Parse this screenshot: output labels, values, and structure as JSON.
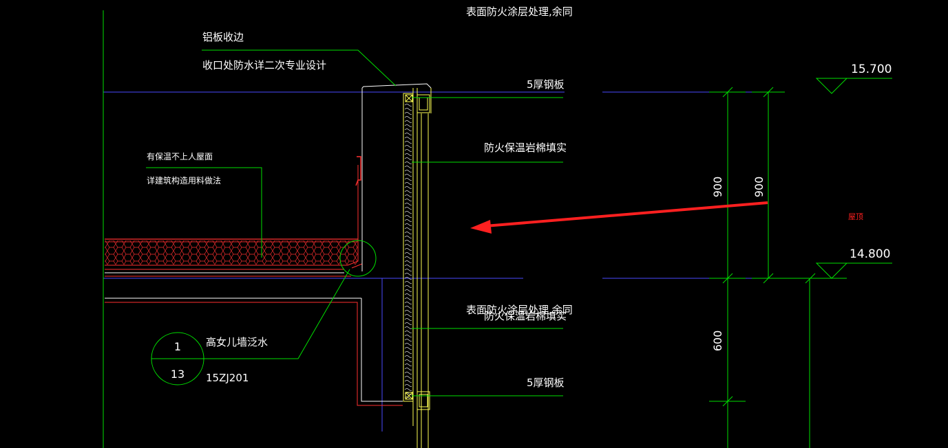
{
  "labels": {
    "top_note": "表面防火涂层处理,余同",
    "aluminum_edge": "铝板收边",
    "waterproof_note": "收口处防水详二次专业设计",
    "steel_plate_top": "5厚钢板",
    "rock_wool_top": "防火保温岩棉填实",
    "roof_type": "有保温不上人屋面",
    "roof_detail": "详建筑构造用料做法",
    "roof_tag": "屋顶",
    "mid_note_1": "表面防火涂层处理,余同",
    "mid_note_2": "防火保温岩棉填实",
    "parapet_flashing": "高女儿墙泛水",
    "steel_plate_bottom": "5厚钢板",
    "detail_ref": "15ZJ201"
  },
  "elevations": {
    "top": "15.700",
    "bottom": "14.800"
  },
  "dimensions": {
    "d1": "900",
    "d2": "900",
    "d3": "600"
  },
  "detail_index": {
    "number": "1",
    "sheet": "13"
  },
  "colors": {
    "background": "#000000",
    "text": "#ffffff",
    "leader": "#00ff00",
    "structure": "#ffff44",
    "insulation": "#ff3333",
    "reference": "#5555ff",
    "arrow": "#ff2020"
  }
}
